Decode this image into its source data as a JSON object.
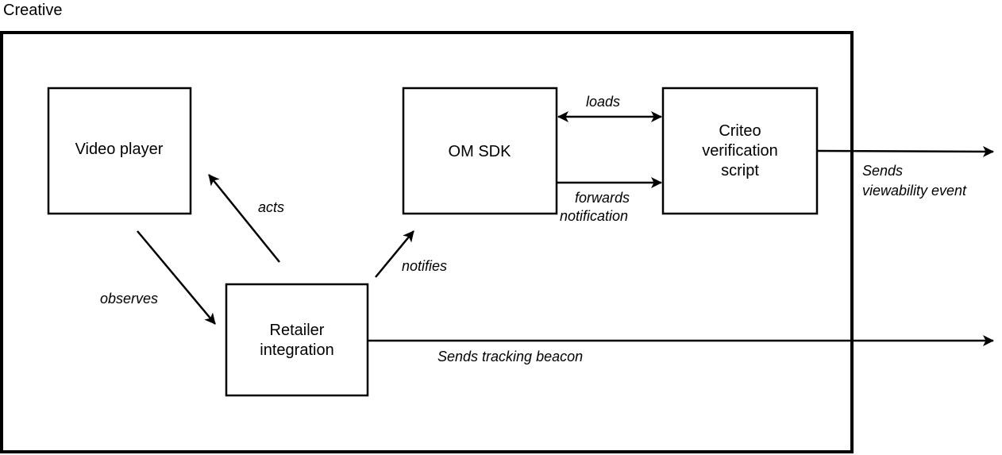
{
  "container": {
    "title": "Creative"
  },
  "nodes": {
    "video_player": {
      "label": [
        "Video player"
      ]
    },
    "om_sdk": {
      "label": [
        "OM SDK"
      ]
    },
    "criteo": {
      "label": [
        "Criteo",
        "verification",
        "script"
      ]
    },
    "retailer": {
      "label": [
        "Retailer",
        "integration"
      ]
    }
  },
  "edges": {
    "loads": {
      "label": [
        "loads"
      ]
    },
    "forwards": {
      "label": [
        "forwards",
        "notification"
      ]
    },
    "viewability": {
      "label": [
        "Sends",
        "viewability event"
      ]
    },
    "acts": {
      "label": [
        "acts"
      ]
    },
    "observes": {
      "label": [
        "observes"
      ]
    },
    "notifies": {
      "label": [
        "notifies"
      ]
    },
    "tracking": {
      "label": [
        "Sends tracking beacon"
      ]
    }
  },
  "colors": {
    "stroke": "#000000",
    "background": "#ffffff"
  }
}
